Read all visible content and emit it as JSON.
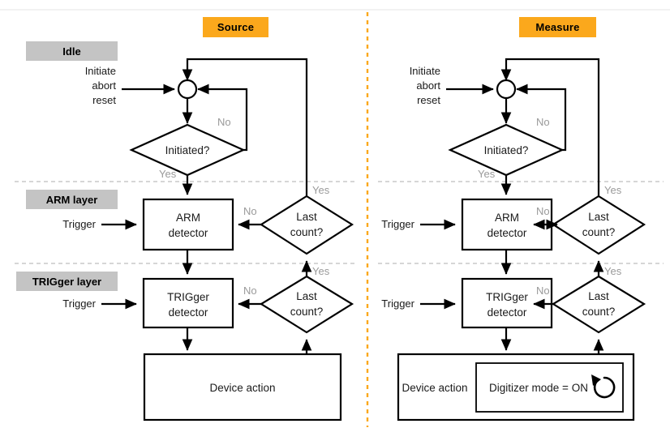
{
  "colors": {
    "accent_orange": "#FBA81C",
    "badge_gray": "#C4C4C4",
    "edge_label_gray": "#9A9A9A",
    "stroke_black": "#000000",
    "background": "#FFFFFF"
  },
  "columns": [
    {
      "id": "source",
      "title": "Source"
    },
    {
      "id": "measure",
      "title": "Measure"
    }
  ],
  "layer_labels": [
    {
      "id": "idle",
      "label": "Idle"
    },
    {
      "id": "arm",
      "label": "ARM layer"
    },
    {
      "id": "trigger",
      "label": "TRIGger layer"
    }
  ],
  "nodes": {
    "entry_label": "Initiate\nabort\nreset",
    "entry_line1": "Initiate",
    "entry_line2": "abort",
    "entry_line3": "reset",
    "junction": "merge-junction",
    "initiated_decision": "Initiated?",
    "arm_detector_line1": "ARM",
    "arm_detector_line2": "detector",
    "trig_detector_line1": "TRIGger",
    "trig_detector_line2": "detector",
    "last_count_line1": "Last",
    "last_count_line2": "count?",
    "device_action": "Device action",
    "digitizer_mode": "Digitizer mode = ON",
    "trigger_input": "Trigger"
  },
  "edge_labels": {
    "no": "No",
    "yes": "Yes"
  },
  "icons": {
    "loop_icon": "circular-arrow-icon"
  },
  "chart_data": {
    "type": "table",
    "title": "Source and Measure trigger model flowchart",
    "columns": [
      "Source",
      "Measure"
    ],
    "layers": [
      "Idle",
      "ARM layer",
      "TRIGger layer"
    ],
    "flow_steps": [
      "Initiate/abort/reset enters merge junction",
      "Initiated? decision — No loops back to junction, Yes continues to ARM layer",
      "ARM detector (Trigger input)",
      "Last count? decision — No returns to ARM detector, Yes returns to junction",
      "TRIGger detector (Trigger input)",
      "Last count? decision — No returns to TRIGger detector, Yes returns to ARM layer Last count?",
      "Device action"
    ],
    "measure_extra": "Device action contains Digitizer mode = ON with looping circular arrow"
  }
}
